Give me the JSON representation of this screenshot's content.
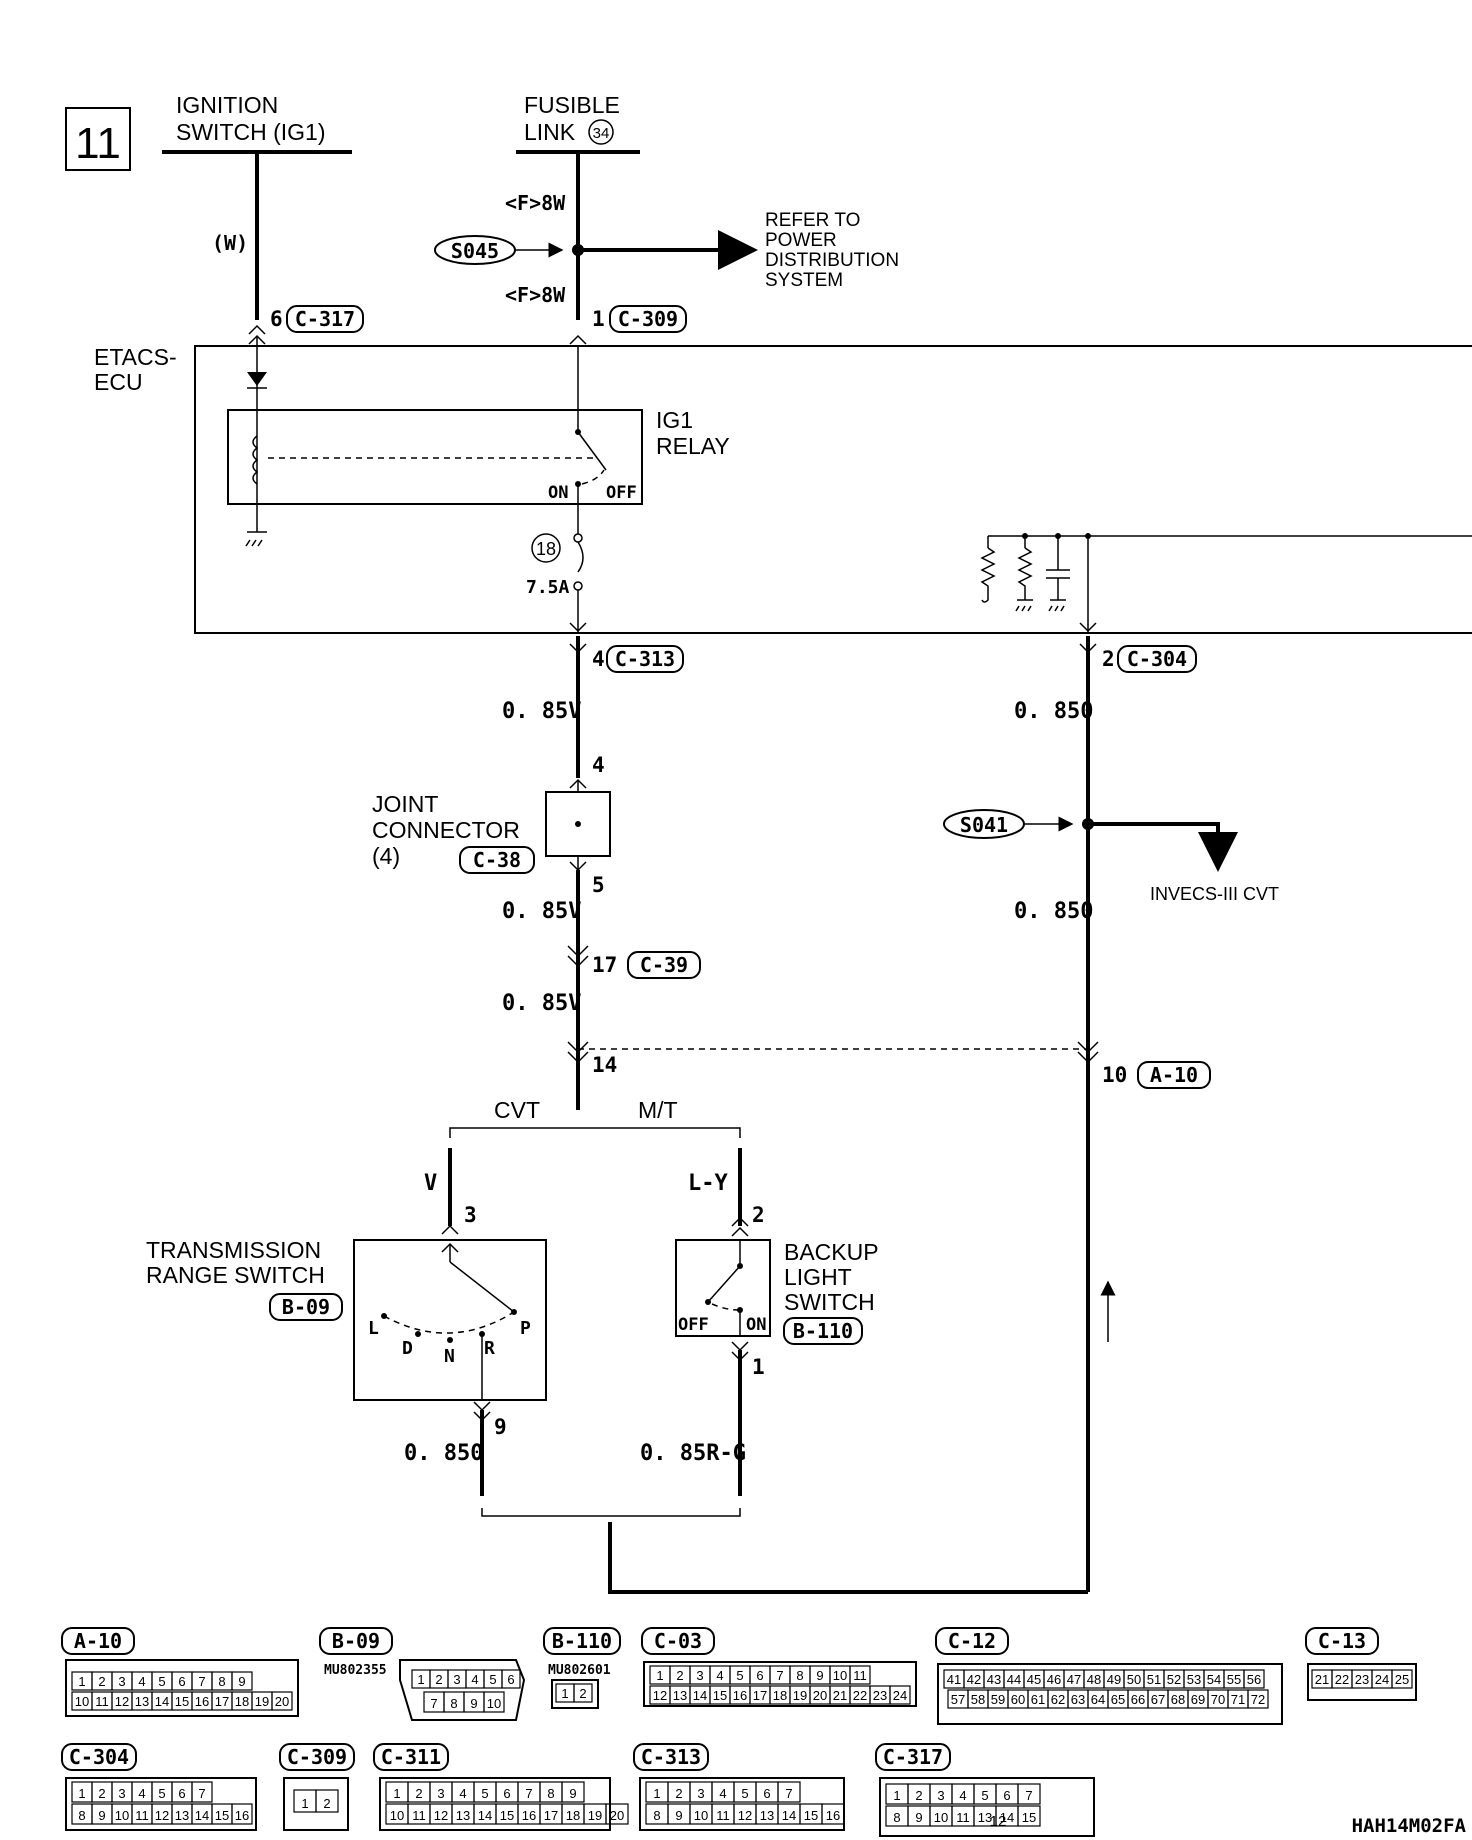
{
  "page_number": "11",
  "diagram_id": "HAH14M02FA",
  "sources": {
    "ignition_switch": [
      "IGNITION",
      "SWITCH (IG1)"
    ],
    "fusible_link": [
      "FUSIBLE",
      "LINK"
    ],
    "fusible_link_num": "34"
  },
  "ecu": {
    "name": [
      "ETACS-",
      "ECU"
    ],
    "relay": [
      "IG1",
      "RELAY"
    ],
    "on": "ON",
    "off": "OFF",
    "fuse_num": "18",
    "fuse_rating": "7.5A"
  },
  "refer": [
    "REFER TO",
    "POWER",
    "DISTRIBUTION",
    "SYSTEM"
  ],
  "splices": {
    "s045": "S045",
    "s041": "S041"
  },
  "invecs": "INVECS-III CVT",
  "wires": {
    "w": "(W)",
    "f8w_top": "<F>8W",
    "f8w_bot": "<F>8W",
    "v085_1": "0. 85V",
    "v085_2": "0. 85V",
    "v085_3": "0. 85V",
    "o085_1": "0. 850",
    "o085_2": "0. 850",
    "o085_3": "0. 850",
    "v": "V",
    "ly": "L-Y",
    "rg": "0. 85R-G"
  },
  "connector_refs": {
    "c317": "C-317",
    "c309": "C-309",
    "c313": "C-313",
    "c304": "C-304",
    "c38": "C-38",
    "c39": "C-39",
    "a10": "A-10",
    "b09": "B-09",
    "b110": "B-110"
  },
  "pins": {
    "p6": "6",
    "p1": "1",
    "p4a": "4",
    "p2": "2",
    "p4b": "4",
    "p5": "5",
    "p17": "17",
    "p14": "14",
    "p10": "10",
    "p3": "3",
    "p2b": "2",
    "p9": "9",
    "p1b": "1"
  },
  "joint": [
    "JOINT",
    "CONNECTOR",
    "(4)"
  ],
  "branches": {
    "cvt": "CVT",
    "mt": "M/T"
  },
  "trs": {
    "name": [
      "TRANSMISSION",
      "RANGE SWITCH"
    ],
    "positions": [
      "L",
      "D",
      "N",
      "R",
      "P"
    ]
  },
  "bls": {
    "name": [
      "BACKUP",
      "LIGHT",
      "SWITCH"
    ],
    "off": "OFF",
    "on": "ON"
  },
  "legend": {
    "a10": {
      "ref": "A-10",
      "row1": [
        "1",
        "2",
        "3",
        "4",
        "5",
        "6",
        "7",
        "8",
        "9"
      ],
      "row2": [
        "10",
        "11",
        "12",
        "13",
        "14",
        "15",
        "16",
        "17",
        "18",
        "19",
        "20"
      ]
    },
    "b09": {
      "ref": "B-09",
      "part": "MU802355",
      "row1": [
        "1",
        "2",
        "3",
        "4",
        "5",
        "6"
      ],
      "row2": [
        "7",
        "8",
        "9",
        "10"
      ]
    },
    "b110": {
      "ref": "B-110",
      "part": "MU802601",
      "row1": [
        "1",
        "2"
      ]
    },
    "c03": {
      "ref": "C-03",
      "row1": [
        "1",
        "2",
        "3",
        "4",
        "5",
        "6",
        "7",
        "8",
        "9",
        "10",
        "11"
      ],
      "row2": [
        "12",
        "13",
        "14",
        "15",
        "16",
        "17",
        "18",
        "19",
        "20",
        "21",
        "22",
        "23",
        "24"
      ]
    },
    "c12": {
      "ref": "C-12",
      "row1": [
        "41",
        "42",
        "43",
        "44",
        "45",
        "46",
        "47",
        "48",
        "49",
        "50",
        "51",
        "52",
        "53",
        "54",
        "55",
        "56"
      ],
      "row2": [
        "57",
        "58",
        "59",
        "60",
        "61",
        "62",
        "63",
        "64",
        "65",
        "66",
        "67",
        "68",
        "69",
        "70",
        "71",
        "72"
      ]
    },
    "c13": {
      "ref": "C-13",
      "row1": [
        "21",
        "22",
        "23",
        "24",
        "25"
      ]
    },
    "c304": {
      "ref": "C-304",
      "row1": [
        "1",
        "2",
        "3",
        "4",
        "5",
        "6",
        "7"
      ],
      "row2": [
        "8",
        "9",
        "10",
        "11",
        "12",
        "13",
        "14",
        "15",
        "16"
      ]
    },
    "c309": {
      "ref": "C-309",
      "row1": [
        "1",
        "2"
      ]
    },
    "c311": {
      "ref": "C-311",
      "row1": [
        "1",
        "2",
        "3",
        "4",
        "5",
        "6",
        "7",
        "8",
        "9"
      ],
      "row2": [
        "10",
        "11",
        "12",
        "13",
        "14",
        "15",
        "16",
        "17",
        "18",
        "19",
        "20"
      ]
    },
    "c313": {
      "ref": "C-313",
      "row1": [
        "1",
        "2",
        "3",
        "4",
        "5",
        "6",
        "7"
      ],
      "row2": [
        "8",
        "9",
        "10",
        "11",
        "12",
        "13",
        "14",
        "15",
        "16"
      ]
    },
    "c317": {
      "ref": "C-317",
      "row1": [
        "1",
        "2",
        "3",
        "4",
        "5",
        "6",
        "7"
      ],
      "row2": [
        "8",
        "9",
        "10",
        "11",
        "13",
        "14",
        "15"
      ],
      "center": "12"
    }
  }
}
